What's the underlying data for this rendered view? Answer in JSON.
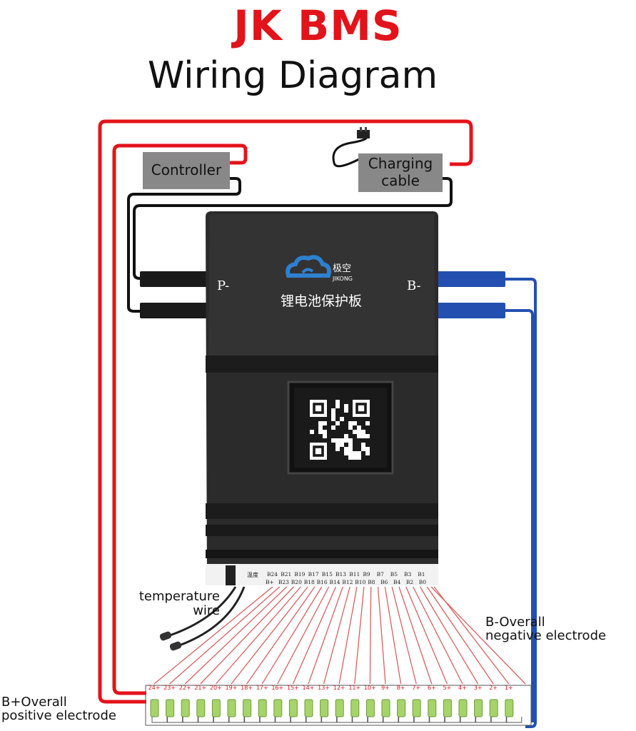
{
  "title": "JK BMS",
  "subtitle": "Wiring Diagram",
  "labels": {
    "controller": "Controller",
    "charging_line1": "Charging",
    "charging_line2": "cable",
    "temperature_line1": "temperature",
    "temperature_line2": "wire",
    "b_negative_line1": "B-Overall",
    "b_negative_line2": "negative electrode",
    "b_positive_line1": "B+Overall",
    "b_positive_line2": "positive electrode"
  },
  "board": {
    "brand_cn": "极空",
    "brand_en": "JIKONG",
    "name_cn": "锂电池保护板",
    "p_minus": "P-",
    "b_minus": "B-",
    "temp_cn": "温度",
    "pins_top": [
      "B24",
      "B21",
      "B19",
      "B17",
      "B15",
      "B13",
      "B11",
      "B9",
      "B7",
      "B5",
      "B3",
      "B1"
    ],
    "pins_bottom": [
      "B+",
      "B23",
      "B20",
      "B18",
      "B16",
      "B14",
      "B12",
      "B10",
      "B8",
      "B6",
      "B4",
      "B2",
      "B0"
    ]
  },
  "cells": [
    "24+",
    "23+",
    "22+",
    "21+",
    "20+",
    "19+",
    "18+",
    "17+",
    "16+",
    "15+",
    "14+",
    "13+",
    "12+",
    "11+",
    "10+",
    "9+",
    "8+",
    "7+",
    "6+",
    "5+",
    "4+",
    "3+",
    "2+",
    "1+"
  ],
  "colors": {
    "title_red": "#e3131b",
    "wire_red": "#e3131b",
    "wire_blue": "#2350b0",
    "wire_black": "#111111",
    "board": "#2b2b2b",
    "label_box": "#888888",
    "cell_green": "#a6d46a"
  }
}
